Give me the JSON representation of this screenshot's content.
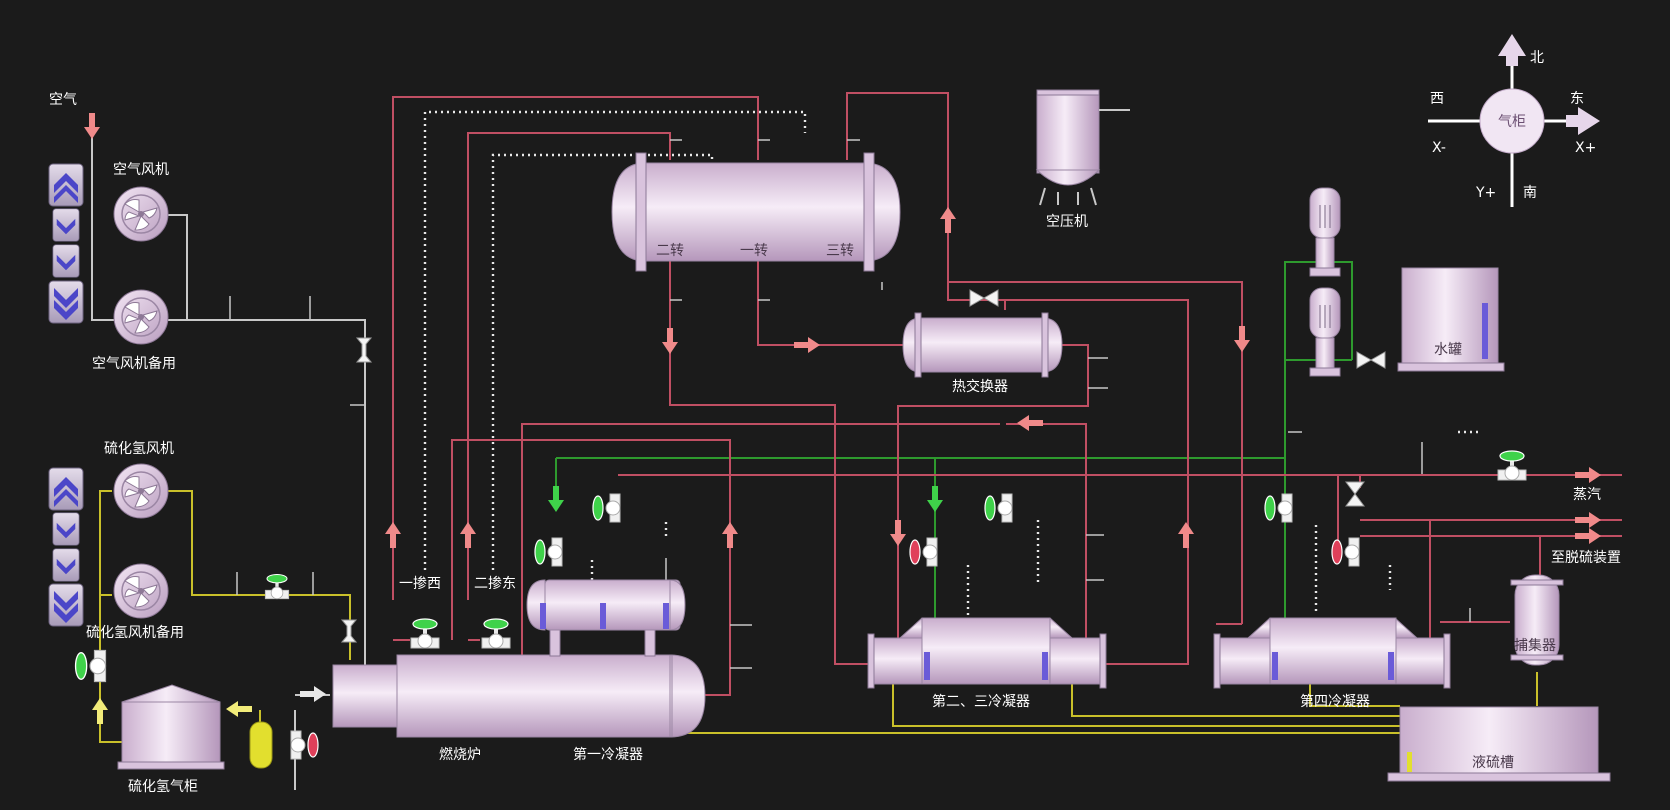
{
  "compass": {
    "center": "气柜",
    "north": "北",
    "south": "南",
    "west": "西",
    "east": "东",
    "x_minus": "X-",
    "x_plus": "X+",
    "y_plus": "Y+"
  },
  "labels": {
    "air": "空气",
    "air_fan": "空气风机",
    "air_fan_backup": "空气风机备用",
    "h2s_fan": "硫化氢风机",
    "h2s_fan_backup": "硫化氢风机备用",
    "h2s_tank": "硫化氢气柜",
    "mix_west": "一掺西",
    "mix_east": "二掺东",
    "furnace": "燃烧炉",
    "condenser1": "第一冷凝器",
    "condenser23": "第二、三冷凝器",
    "condenser4": "第四冷凝器",
    "heat_exchanger": "热交换器",
    "compressor": "空压机",
    "water_tank": "水罐",
    "collector": "捕集器",
    "sulfur_tank": "液硫槽",
    "steam": "蒸汽",
    "to_desulfur": "至脱硫装置",
    "reactor_zone2": "二转",
    "reactor_zone1": "一转",
    "reactor_zone3": "三转"
  },
  "colors": {
    "background": "#1b1b1b",
    "process_gas_pipe": "#c04f63",
    "water_pipe": "#2e9a2e",
    "sulfur_pipe": "#c9c02a",
    "air_pipe": "#c8c8c8",
    "equipment": "#e7d4ea",
    "valve_open": "#3fd24a",
    "valve_closed": "#e0405a",
    "level_bar": "#6a5bd8"
  },
  "icons": {
    "flow_arrow": "flow-arrow-icon",
    "valve": "valve-icon",
    "fan": "fan-icon",
    "compass": "compass-icon"
  }
}
